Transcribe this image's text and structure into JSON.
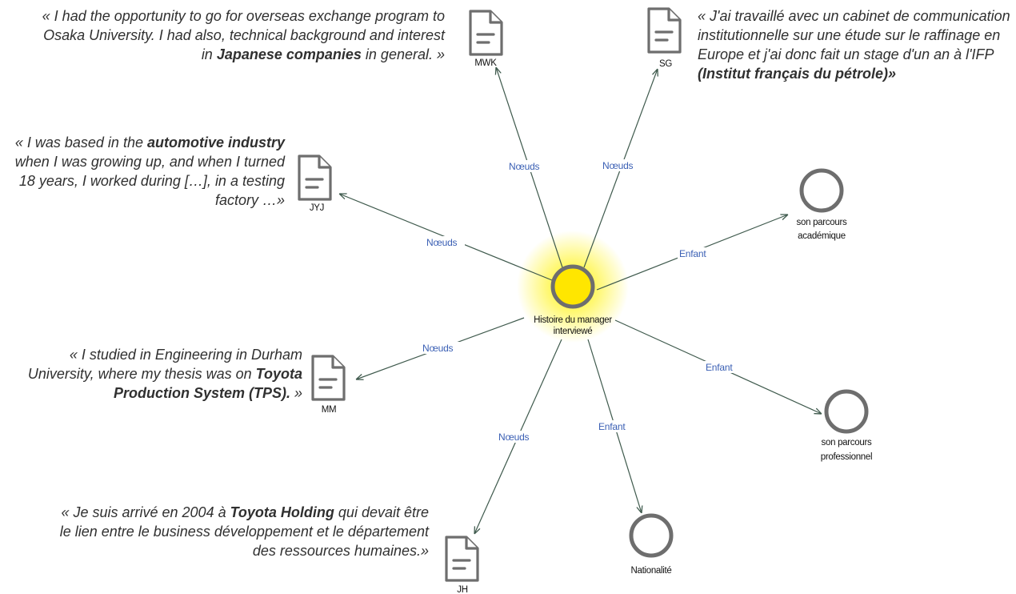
{
  "diagram": {
    "center": {
      "label_lines": [
        "Histoire du manager",
        "interviewé"
      ]
    },
    "nodes": [
      {
        "id": "mwk",
        "label": "MWK",
        "kind": "document"
      },
      {
        "id": "sg",
        "label": "SG",
        "kind": "document"
      },
      {
        "id": "jyj",
        "label": "JYJ",
        "kind": "document"
      },
      {
        "id": "mm",
        "label": "MM",
        "kind": "document"
      },
      {
        "id": "jh",
        "label": "JH",
        "kind": "document"
      },
      {
        "id": "parcours-academique",
        "label_lines": [
          "son parcours",
          "académique"
        ],
        "kind": "theme"
      },
      {
        "id": "parcours-professionnel",
        "label_lines": [
          "son parcours",
          "professionnel"
        ],
        "kind": "theme"
      },
      {
        "id": "nationalite",
        "label_lines": [
          "Nationalité"
        ],
        "kind": "theme"
      }
    ],
    "edges": [
      {
        "to": "mwk",
        "label": "Nœuds"
      },
      {
        "to": "sg",
        "label": "Nœuds"
      },
      {
        "to": "jyj",
        "label": "Nœuds"
      },
      {
        "to": "mm",
        "label": "Nœuds"
      },
      {
        "to": "jh",
        "label": "Nœuds"
      },
      {
        "to": "parcours-academique",
        "label": "Enfant"
      },
      {
        "to": "parcours-professionnel",
        "label": "Enfant"
      },
      {
        "to": "nationalite",
        "label": "Enfant"
      }
    ],
    "colors": {
      "edge": "#3f5a4d",
      "edge_label": "#3a5fb4",
      "node_stroke": "#6e6e6e",
      "center_fill": "#ffe600",
      "glow": "#fff200"
    }
  },
  "quotes": {
    "mwk": [
      {
        "t": "« I had the opportunity to go for overseas exchange program to Osaka University. I had also, technical background and interest in "
      },
      {
        "t": "Japanese companies",
        "b": true
      },
      {
        "t": " in general. »"
      }
    ],
    "sg": [
      {
        "t": "« J'ai travaillé avec un cabinet de communication institutionnelle sur une étude sur le raffinage en Europe et j'ai donc fait un stage d'un an à l'IFP "
      },
      {
        "t": "(Institut français du pétrole)»",
        "b": true
      }
    ],
    "jyj": [
      {
        "t": "« I was based in the "
      },
      {
        "t": "automotive industry",
        "b": true
      },
      {
        "t": " when I was growing up, and when I turned 18 years, I worked during […], in a testing factory …»"
      }
    ],
    "mm": [
      {
        "t": "« I studied in Engineering in Durham University, where my thesis was on "
      },
      {
        "t": "Toyota Production System (TPS).",
        "b": true
      },
      {
        "t": " »"
      }
    ],
    "jh": [
      {
        "t": "« Je suis arrivé en 2004 à "
      },
      {
        "t": "Toyota Holding",
        "b": true
      },
      {
        "t": " qui devait être le lien entre le business développement et le département des ressources humaines.»"
      }
    ]
  }
}
